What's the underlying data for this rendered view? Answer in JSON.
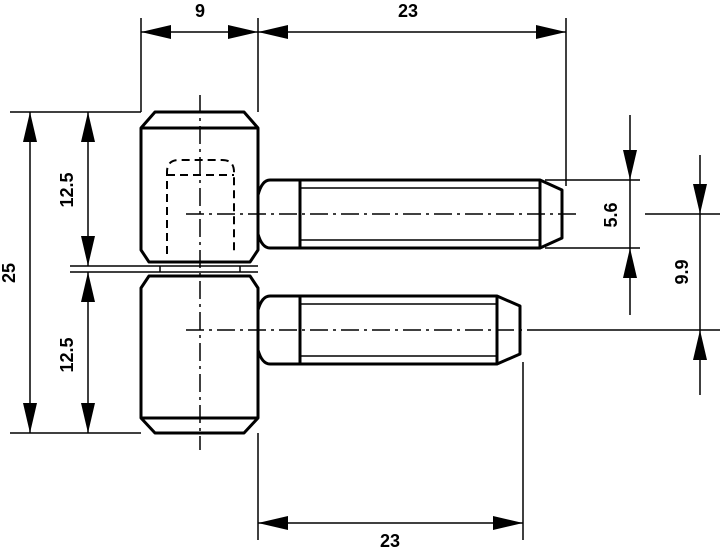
{
  "dimensions": {
    "top_left_width": "9",
    "top_right_length": "23",
    "bottom_length": "23",
    "total_height": "25",
    "upper_half_height": "12.5",
    "lower_half_height": "12.5",
    "pin_diameter": "5.6",
    "pin_spacing": "9.9"
  }
}
